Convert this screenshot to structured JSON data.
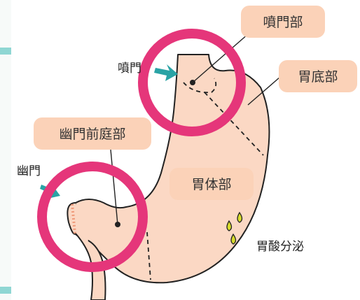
{
  "labels": {
    "cardia_tag": "噴門部",
    "cardia_arrow_label": "噴門",
    "fundus_tag": "胃底部",
    "antrum_tag": "幽門前庭部",
    "pylorus_arrow_label": "幽門",
    "body_tag": "胃体部",
    "acid_label": "胃酸分泌"
  },
  "colors": {
    "stomach_fill": "#fbd8c4",
    "outline": "#222222",
    "tag_fill": "#fbd2b8",
    "highlight_ring": "#e5367a",
    "arrow": "#2aa3a5",
    "side_accent": "#8fd6d3",
    "acid_drop": "#d8dc2b"
  }
}
